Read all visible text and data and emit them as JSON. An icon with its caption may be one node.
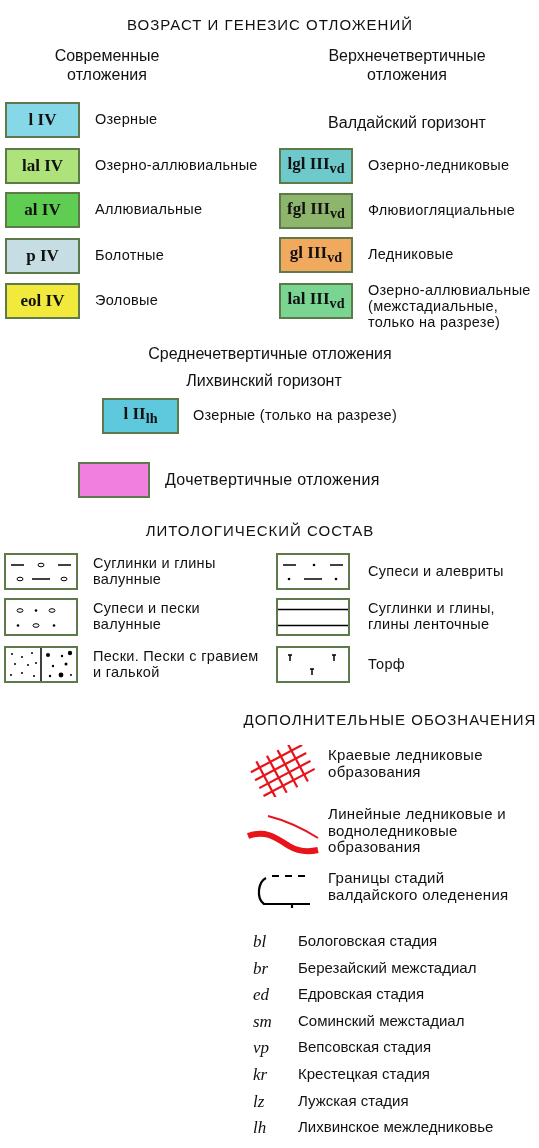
{
  "diagram": {
    "nodes": [
      {
        "text": [
          "l IV"
        ],
        "beside": [
          "Озерные"
        ]
      },
      {
        "text": [
          "lal IV"
        ],
        "beside": [
          "Озерно-аллювиальные"
        ]
      },
      {
        "text": [
          "al IV"
        ],
        "beside": [
          "Аллювиальные"
        ]
      },
      {
        "text": [
          "p IV"
        ],
        "beside": [
          "Болотные"
        ]
      },
      {
        "text": [
          "eol IV"
        ],
        "beside": [
          "Эоловые"
        ]
      },
      {
        "text": [
          "lgl III$_{vd}$"
        ],
        "beside": [
          "Озерно-ледниковые"
        ]
      },
      {
        "text": [
          "fgl III$_{vd}$"
        ],
        "beside": [
          "Флювиогляциальные"
        ]
      },
      {
        "text": [
          "gl III$_{vd}$"
        ],
        "beside": [
          "Ледниковые"
        ]
      },
      {
        "text": [
          "lal III$_{vd}$"
        ],
        "beside": [
          "Озерно-аллювиальные (межстадиальные, только на разрезе)"
        ]
      },
      {
        "text": [
          "l II$_{lh}$"
        ],
        "beside": [
          "Озерные (только на разрезе)"
        ]
      },
      {
        "text": [],
        "shape": "box",
        "beside": [
          "Дочетвертичные отложения"
        ]
      },
      {
        "text": [],
        "shape": "box",
        "beside": [
          "Суглинки и глины валунные"
        ]
      },
      {
        "text": [],
        "shape": "box",
        "beside": [
          "Супеси и пески валунные"
        ]
      },
      {
        "text": [],
        "shape": "box",
        "beside": [
          "Пески. Пески с гравием и галькой"
        ]
      },
      {
        "text": [],
        "shape": "box",
        "beside": [
          "Супеси и алевриты"
        ]
      },
      {
        "text": [],
        "shape": "box",
        "beside": [
          "Суглинки и глины, глины ленточные"
        ]
      },
      {
        "text": [],
        "shape": "box",
        "beside": [
          "Торф"
        ]
      }
    ],
    "labels": [
      "ВОЗРАСТ И ГЕНЕЗИС ОТЛОЖЕНИЙ",
      "Современные отложения",
      "Верхнечетвертичные отложения",
      "Валдайский горизонт",
      "Среднечетвертичные отложения",
      "Лихвинский горизонт",
      "ЛИТОЛОГИЧЕСКИЙ СОСТАВ",
      "ДОПОЛНИТЕЛЬНЫЕ ОБОЗНАЧЕНИЯ",
      "bl",
      "Бологовская стадия",
      "br",
      "Березайский межстадиал",
      "ed",
      "Едровская стадия",
      "sm",
      "Соминский межстадиал",
      "vp",
      "Вепсовская стадия",
      "kr",
      "Крестецкая стадия",
      "lz",
      "Лужская стадия",
      "lh",
      "Лихвинское межледниковье"
    ],
    "legend": [
      {
        "text": "Краевые ледниковые образования"
      },
      {
        "text": "Линейные ледниковые и водноледниковые образования"
      },
      {
        "text": "Границы стадий валдайского оледенения"
      }
    ]
  }
}
